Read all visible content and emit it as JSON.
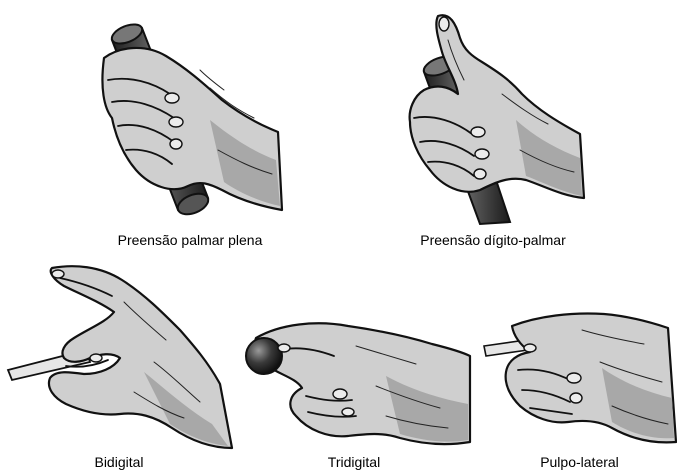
{
  "figure": {
    "captions": {
      "palmar_plena": "Preensão palmar plena",
      "digito_palmar": "Preensão dígito-palmar",
      "bidigital": "Bidigital",
      "tridigital": "Tridigital",
      "pulpo_lateral": "Pulpo-lateral"
    },
    "colors": {
      "skin": "#cfcfcf",
      "skin_shadow": "#a8a8a8",
      "outline": "#111111",
      "object_dark": "#2b2b2b",
      "card": "#e6e6e6"
    }
  }
}
